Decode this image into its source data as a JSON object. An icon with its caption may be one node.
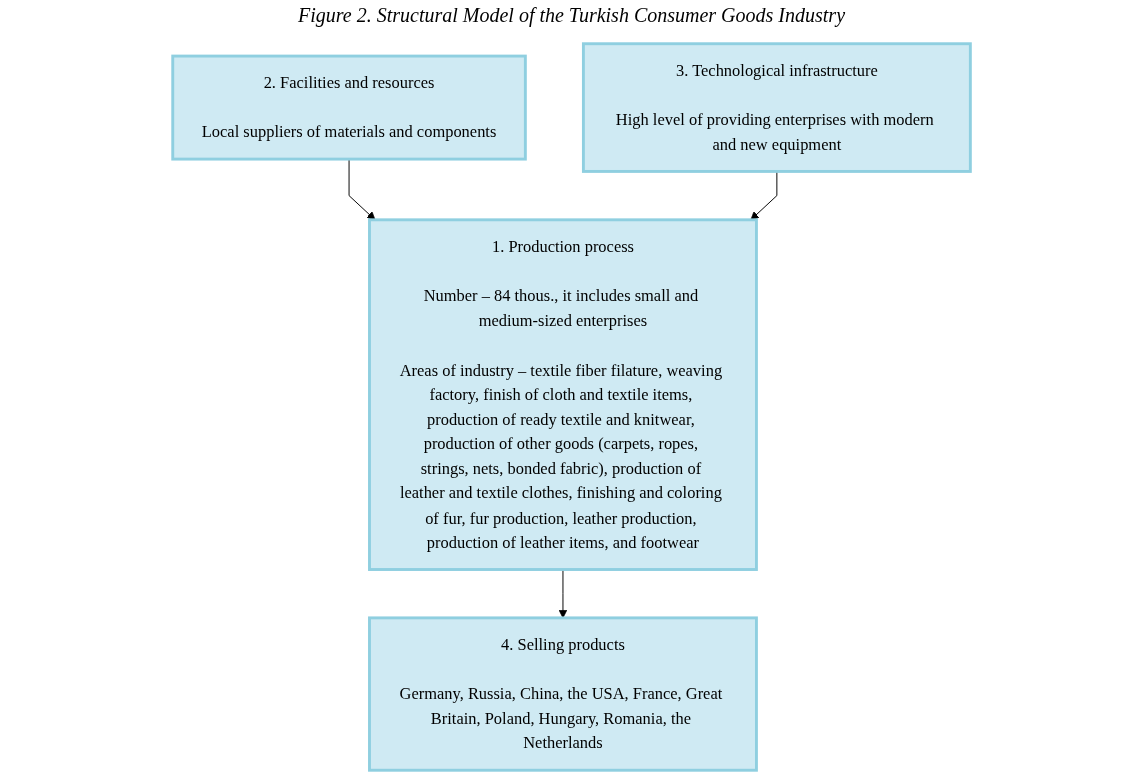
{
  "diagram": {
    "title": "Figure 2. Structural Model of the Turkish Consumer Goods Industry",
    "nodes": [
      {
        "text": [
          "2. Facilities and resources",
          "Local suppliers of materials and components"
        ]
      },
      {
        "text": [
          "1. Production process",
          "Number – 84 thous., it includes small and medium-sized enterprises",
          "Areas of industry – textile fiber filature, weaving factory, finish of cloth and textile items, production of ready textile and knitwear, production of other goods (carpets, ropes, strings, nets, bonded fabric), production of leather and textile clothes, finishing and coloring of fur, fur production, leather production, production of leather items, and footwear"
        ]
      },
      {
        "text": [
          "3. Technological infrastructure",
          "High level of providing enterprises with modern and new equipment"
        ]
      },
      {
        "text": [
          "4. Selling products",
          "Germany, Russia, China, the USA, France, Great Britain, Poland, Hungary, Romania, the Netherlands"
        ]
      }
    ],
    "edges": [
      {
        "from": 0,
        "to": 1,
        "arrow": "to"
      },
      {
        "from": 2,
        "to": 1,
        "arrow": "to"
      },
      {
        "from": 1,
        "to": 3,
        "arrow": "to"
      }
    ]
  }
}
